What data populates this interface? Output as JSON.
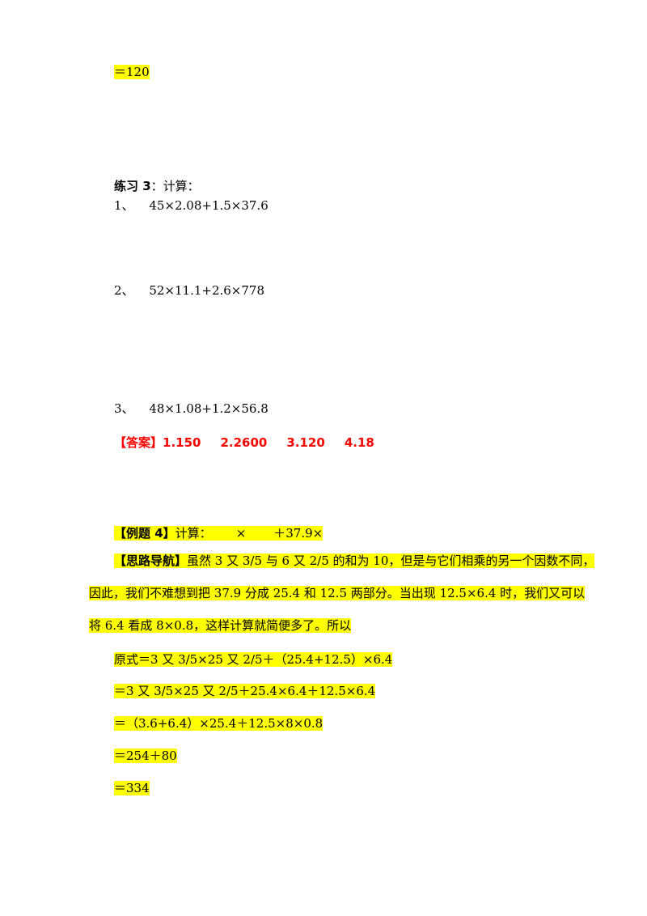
{
  "colors": {
    "highlight": "#ffff00",
    "answer": "#ff0000"
  },
  "top_result": "＝120",
  "practice3": {
    "title": "练习 3",
    "title_suffix": "：计算：",
    "items": [
      {
        "num": "1、",
        "expr": "45×2.08+1.5×37.6"
      },
      {
        "num": "2、",
        "expr": "52×11.1+2.6×778"
      },
      {
        "num": "3、",
        "expr": "48×1.08+1.2×56.8"
      }
    ],
    "answer_label": "【答案】",
    "answers": [
      "1.150",
      "2.2600",
      "3.120",
      "4.18"
    ]
  },
  "example4": {
    "label": "【例题 4】",
    "prompt": "计算：",
    "op1": "×",
    "op2": "＋37.9×",
    "hint_label": "【思路导航】",
    "hint_line1": "虽然 3 又 3/5 与 6 又 2/5 的和为 10，但是与它们相乘的另一个因数不同，",
    "hint_line2": "因此，我们不难想到把 37.9 分成 25.4 和 12.5 两部分。当出现 12.5×6.4 时，我们又可以",
    "hint_line3": "将 6.4 看成 8×0.8，这样计算就简便多了。所以",
    "steps": [
      "原式＝3 又 3/5×25 又 2/5＋（25.4+12.5）×6.4",
      "＝3 又 3/5×25 又 2/5＋25.4×6.4＋12.5×6.4",
      "＝（3.6+6.4）×25.4＋12.5×8×0.8",
      "＝254＋80",
      "＝334"
    ]
  }
}
